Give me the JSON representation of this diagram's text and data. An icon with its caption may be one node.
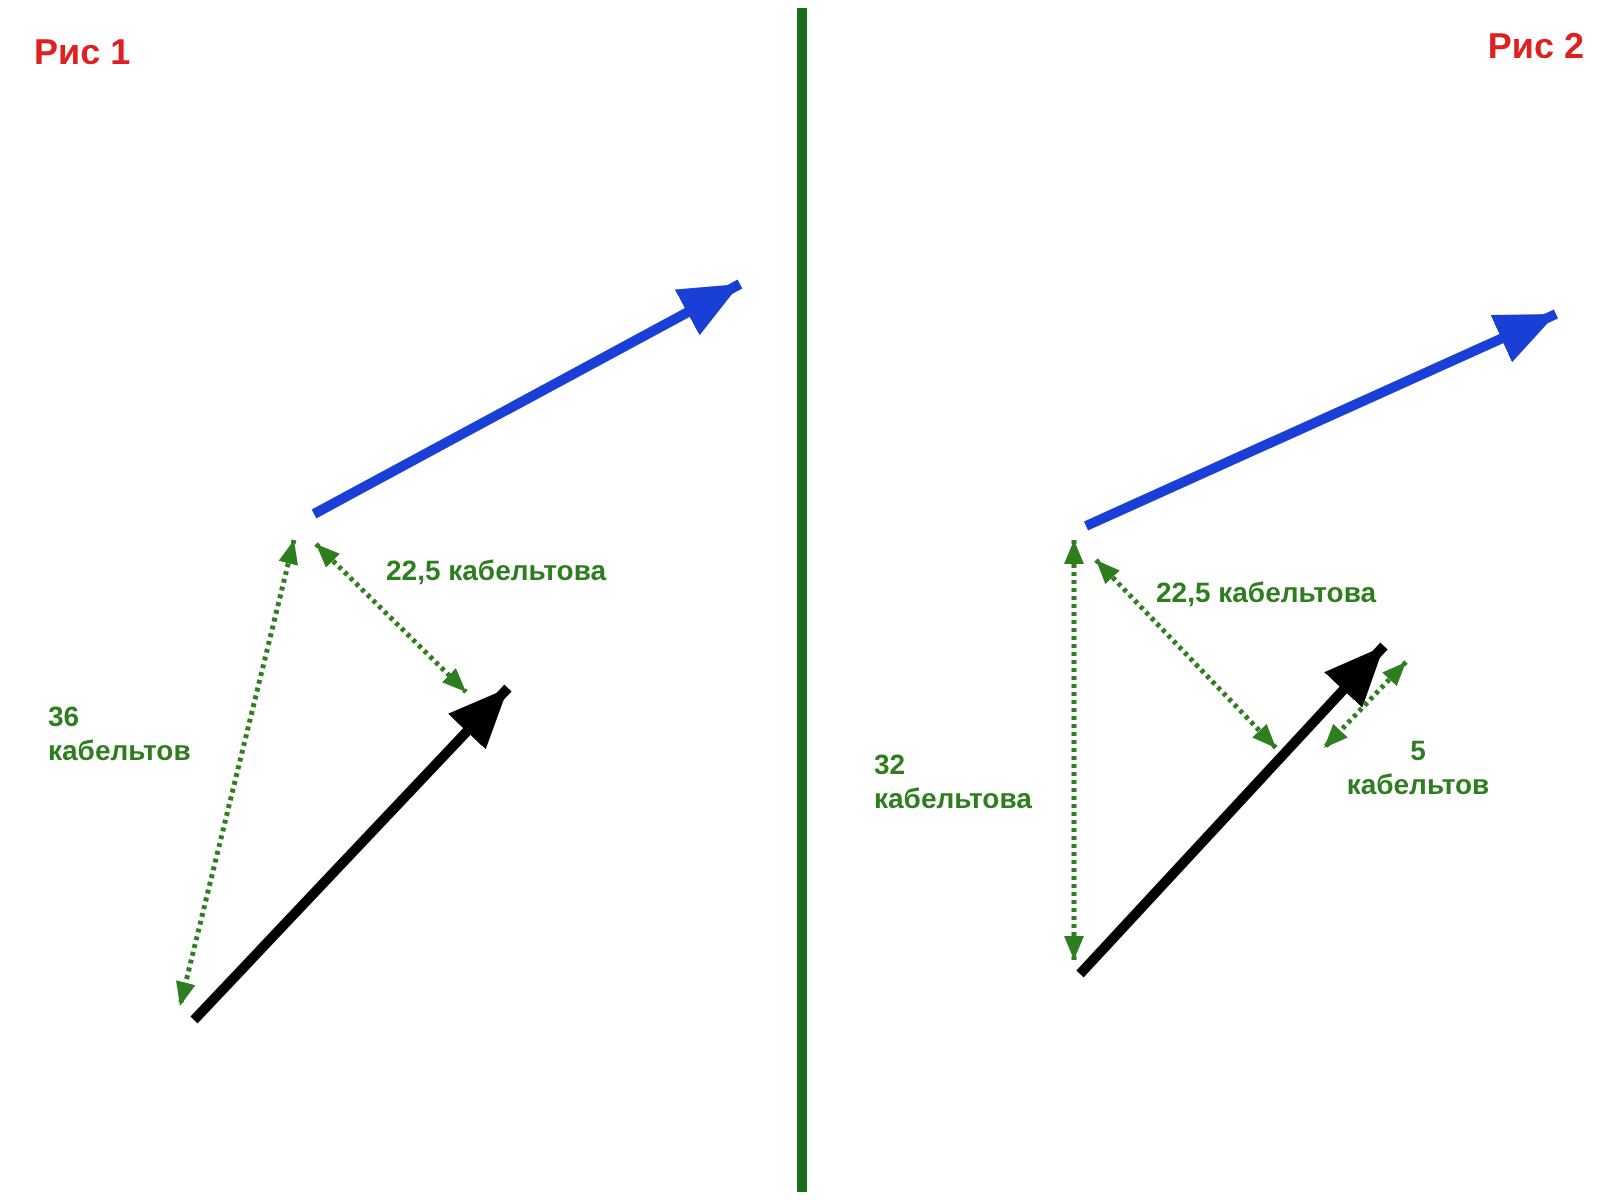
{
  "diagram": {
    "labels": [
      "Рис 1",
      "Рис 2",
      "36 кабельтов",
      "22,5 кабельтова",
      "32 кабельтова",
      "22,5 кабельтова",
      "5 кабельтов"
    ]
  }
}
